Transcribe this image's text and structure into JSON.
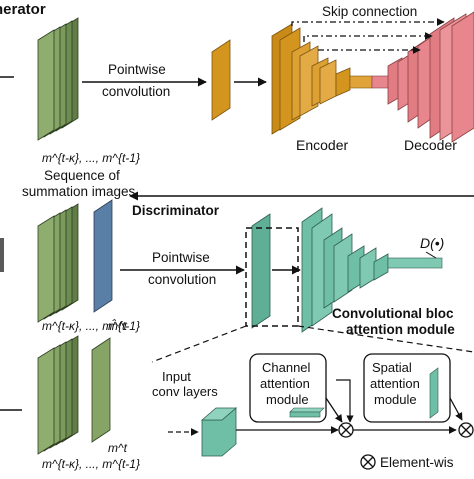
{
  "generator": {
    "title": "nerator",
    "op_line1": "Pointwise",
    "op_line2": "convolution",
    "skip_label": "Skip connection",
    "encoder_label": "Encoder",
    "decoder_label": "Decoder",
    "stack_label": "m^{t-κ}, ..., m^{t-1}",
    "caption_line1": "Sequence of",
    "caption_line2": "summation images"
  },
  "discriminator": {
    "title": "Discriminator",
    "op_line1": "Pointwise",
    "op_line2": "convolution",
    "output_label": "D(•)",
    "stack_label": "m^{t-κ}, ..., m^{t-1}",
    "pred_label": "m̂^t",
    "real_stack_label": "m^{t-κ}, ..., m^{t-1}",
    "real_label": "m^t",
    "cbam_title_line1": "Convolutional bloc",
    "cbam_title_line2": "attention module"
  },
  "cbam": {
    "input_line1": "Input",
    "input_line2": "conv layers",
    "channel_line1": "Channel",
    "channel_line2": "attention",
    "channel_line3": "module",
    "spatial_line1": "Spatial",
    "spatial_line2": "attention",
    "spatial_line3": "module",
    "legend": "Element-wis"
  },
  "colors": {
    "green_stack": "#7b9a5c",
    "blue_pred": "#5a7fa6",
    "encoder_orange": "#d4951f",
    "decoder_pink": "#e7868c",
    "teal": "#6fbfa7"
  }
}
